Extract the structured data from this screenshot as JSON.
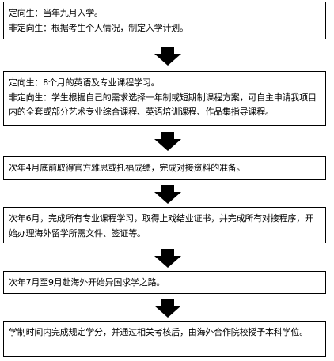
{
  "steps": [
    {
      "lines": [
        "定向生：当年九月入学。",
        "非定向生：根据考生个人情况，制定入学计划。"
      ]
    },
    {
      "lines": [
        "定向生：8个月的英语及专业课程学习。",
        "非定向生：学生根据自己的需求选择一年制或短期制课程方案，可自主申请我项目内的全套或部分艺术专业综合课程、英语培训课程、作品集指导课程。"
      ]
    },
    {
      "lines": [
        "次年4月底前取得官方雅思或托福成绩，完成对接资料的准备。"
      ]
    },
    {
      "lines": [
        "次年6月，完成所有专业课程学习，取得上戏结业证书，并完成所有对接程序，开始办理海外留学所需文件、签证等。"
      ]
    },
    {
      "lines": [
        "次年7月至9月赴海外开始异国求学之路。"
      ]
    },
    {
      "lines": [
        "学制时间内完成规定学分，并通过相关考核后，由海外合作院校授予本科学位。"
      ]
    }
  ],
  "colors": {
    "border": "#000000",
    "arrow": "#000000",
    "text": "#000000",
    "background": "#ffffff"
  },
  "icons": [
    "arrow-down-icon"
  ]
}
